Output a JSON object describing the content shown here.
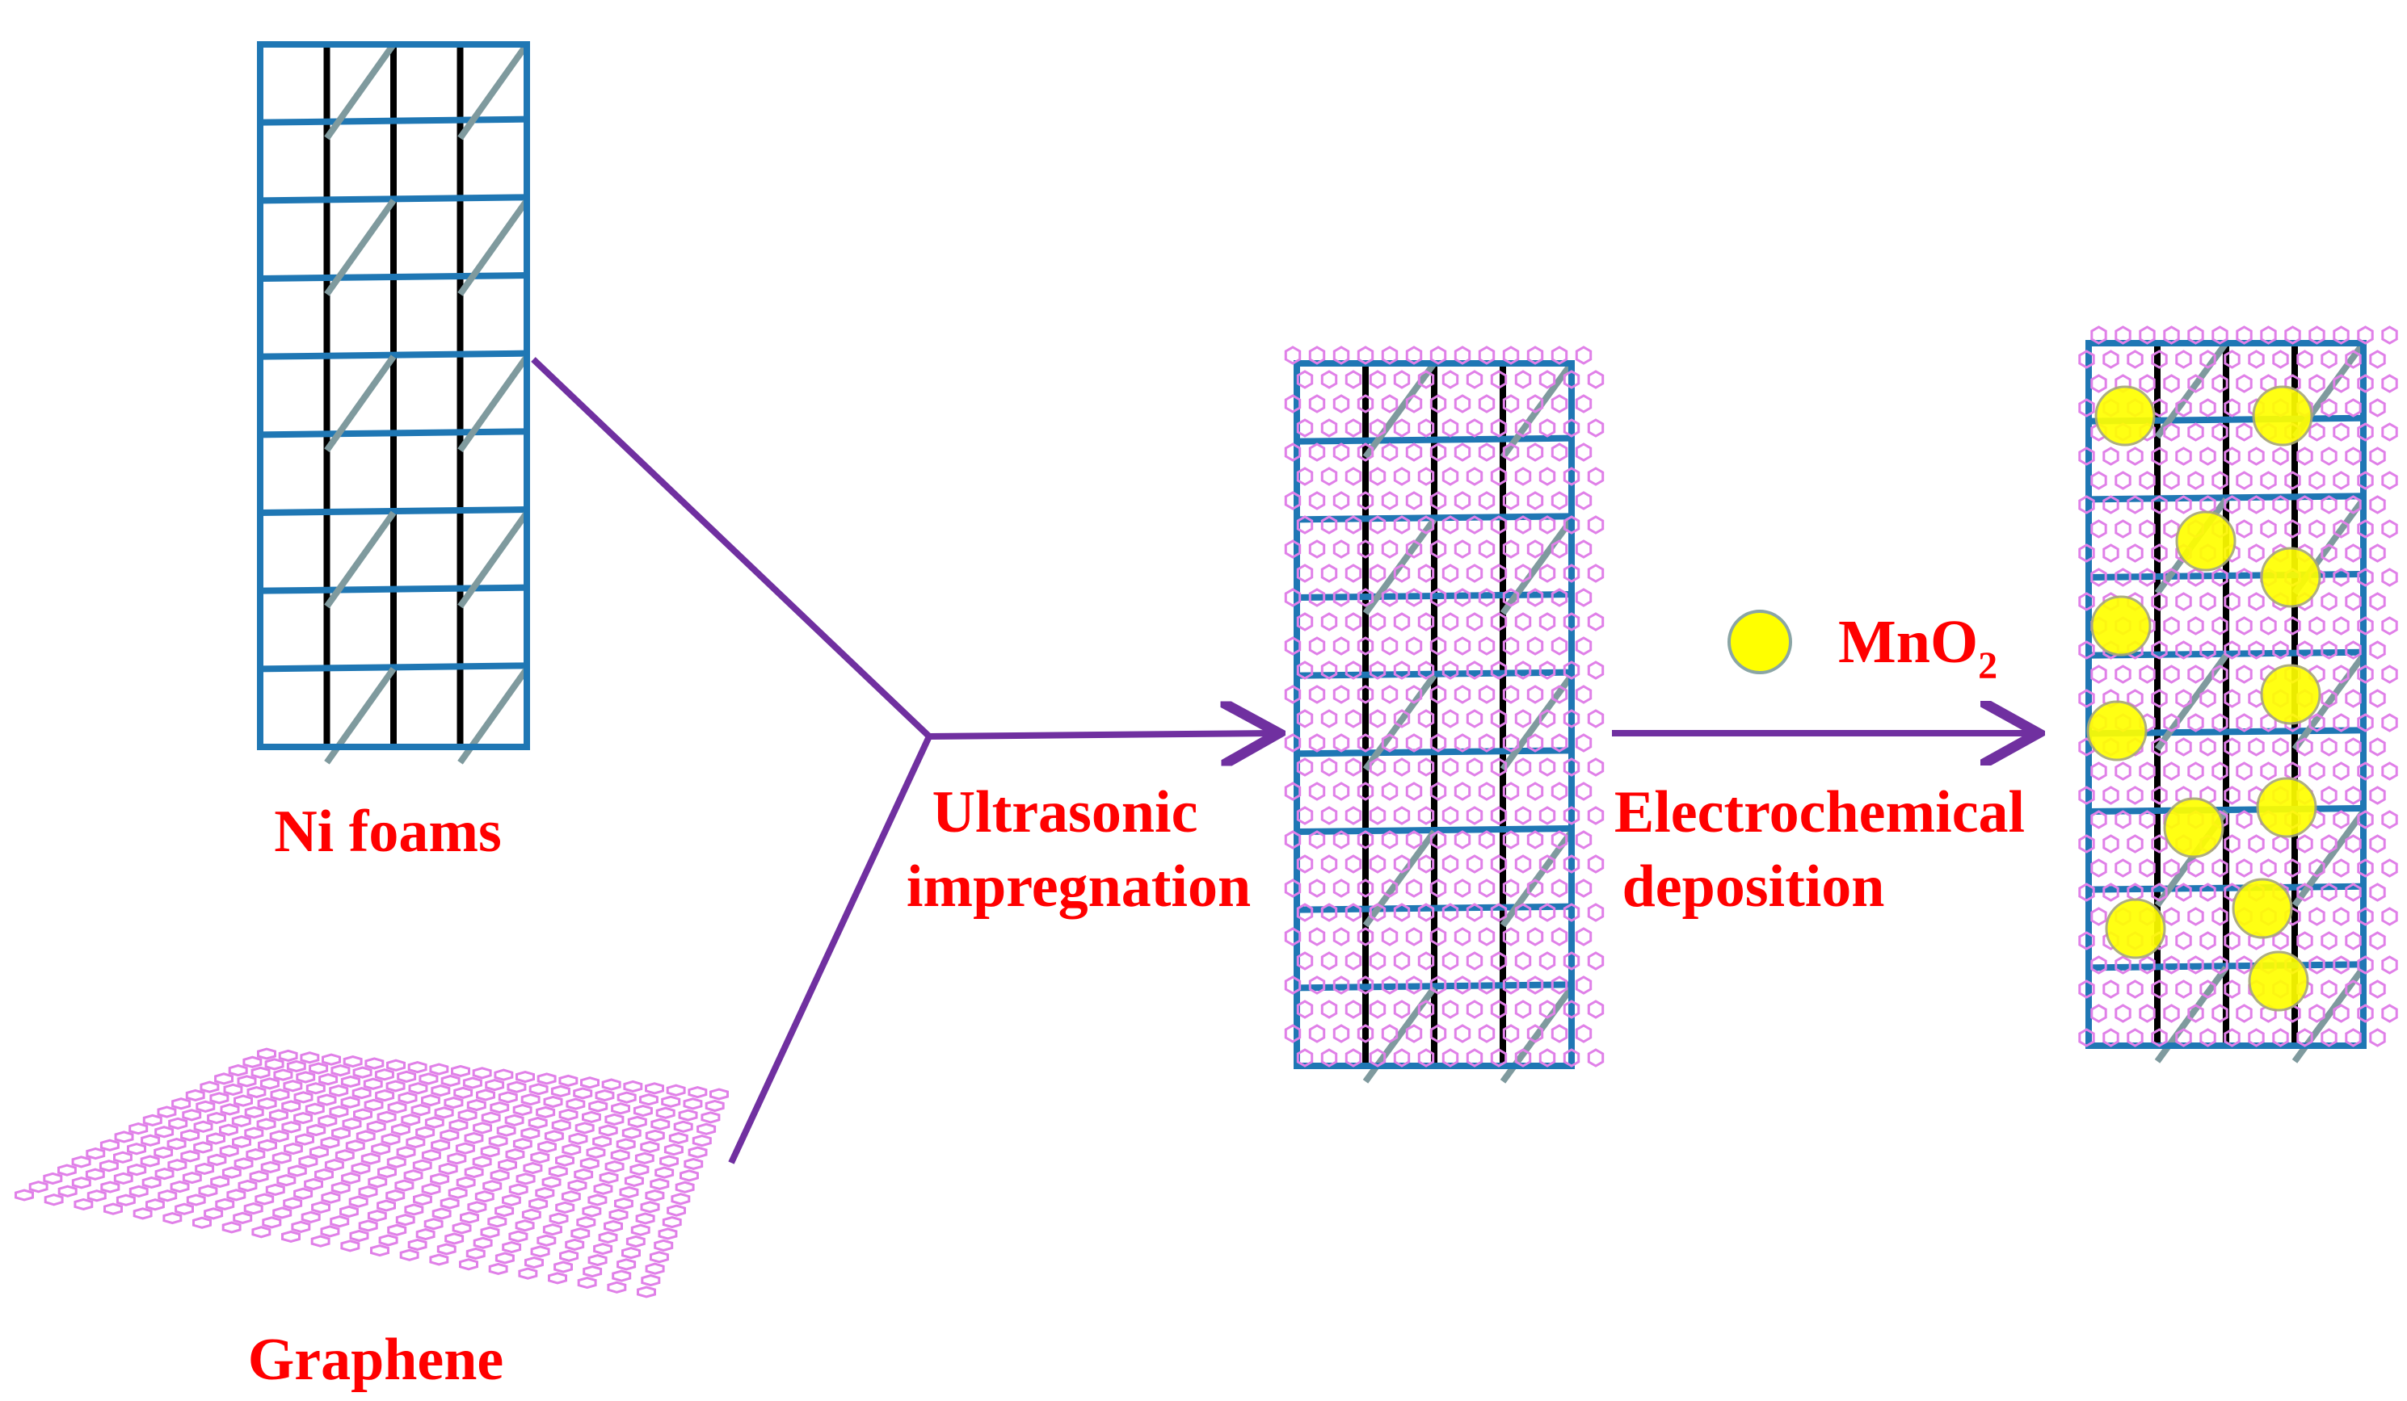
{
  "labels": {
    "ni_foams": "Ni foams",
    "graphene": "Graphene",
    "step1_line1": "Ultrasonic",
    "step1_line2": "impregnation",
    "step2_line1": "Electrochemical",
    "step2_line2": "deposition",
    "legend_mno2_main": "MnO",
    "legend_mno2_sub": "2"
  },
  "colors": {
    "label_red": "#ff0000",
    "arrow_purple": "#7030a0",
    "grid_blue": "#1f77b4",
    "strut_black": "#000000",
    "strut_gray": "#7f9a9e",
    "graphene_pink": "#e080e8",
    "mno2_yellow": "#ffff00"
  },
  "icons": {
    "foam": "ni-foam-grid",
    "graphene": "graphene-sheet",
    "composite": "graphene-coated-foam",
    "final": "mno2-graphene-foam",
    "legend": "mno2-particle"
  }
}
